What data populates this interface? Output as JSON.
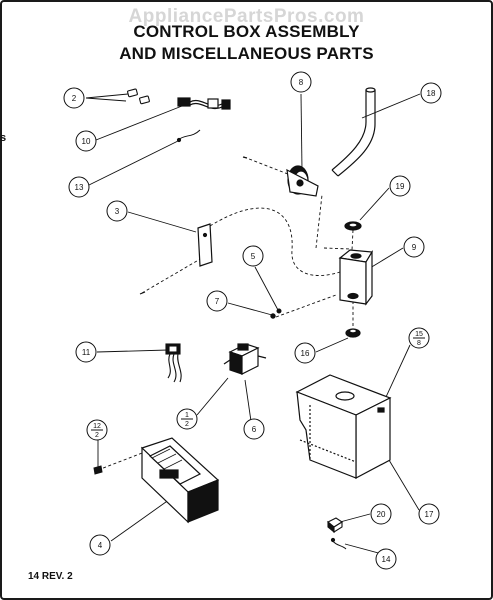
{
  "watermark": "AppliancePartsPros.com",
  "title": {
    "line1": "CONTROL BOX ASSEMBLY",
    "line2": "AND MISCELLANEOUS PARTS"
  },
  "revision": "14 REV. 2",
  "edge_mark": "s",
  "callouts": {
    "c2": "2",
    "c10": "10",
    "c13": "13",
    "c8": "8",
    "c18": "18",
    "c3": "3",
    "c19": "19",
    "c5": "5",
    "c9": "9",
    "c7": "7",
    "c11": "11",
    "c16": "16",
    "c15": {
      "top": "15",
      "bottom": "8"
    },
    "c1": {
      "top": "1",
      "bottom": "2"
    },
    "c6": "6",
    "c12": {
      "top": "12",
      "bottom": "2"
    },
    "c17": "17",
    "c20": "20",
    "c14": "14",
    "c4": "4"
  }
}
